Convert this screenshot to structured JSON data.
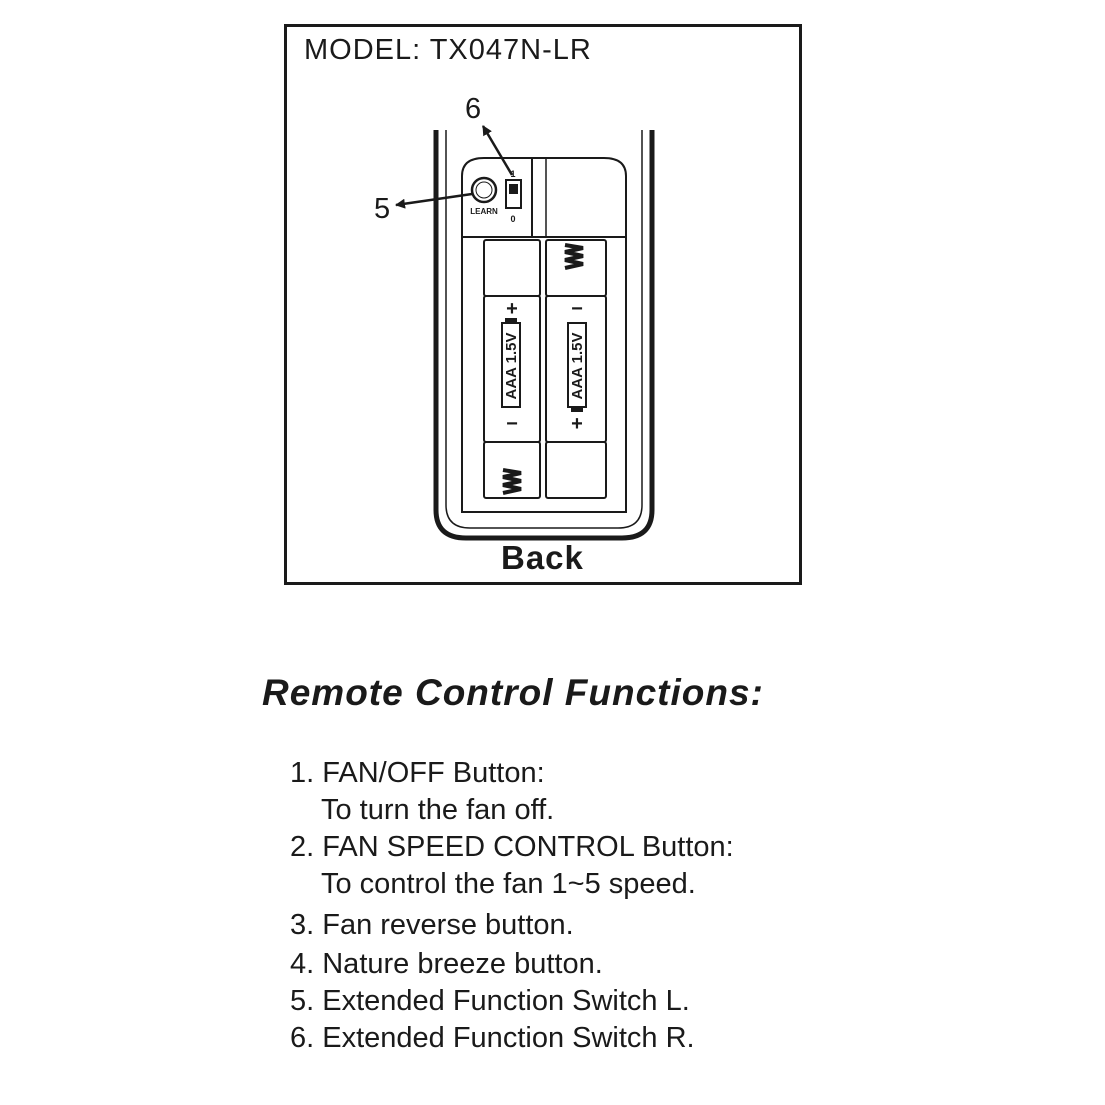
{
  "diagram": {
    "model": "MODEL: TX047N-LR",
    "view_label": "Back",
    "callouts": [
      "5",
      "6"
    ],
    "learn_label": "LEARN",
    "switch_labels": [
      "1",
      "0"
    ],
    "battery_left": {
      "label": "AAA 1.5V",
      "plus": "+",
      "minus": "−"
    },
    "battery_right": {
      "label": "AAA 1.5V",
      "plus": "+",
      "minus": "−"
    }
  },
  "functions": {
    "title": "Remote Control Functions:",
    "items": [
      {
        "line": "1. FAN/OFF  Button:",
        "desc": "To turn the fan off."
      },
      {
        "line": "2. FAN SPEED CONTROL Button:",
        "desc": "To control the fan 1~5 speed."
      },
      {
        "line": "3. Fan reverse button.",
        "desc": ""
      },
      {
        "line": "4. Nature breeze button.",
        "desc": ""
      },
      {
        "line": "5. Extended Function Switch L.",
        "desc": ""
      },
      {
        "line": "6. Extended Function Switch R.",
        "desc": ""
      }
    ]
  },
  "colors": {
    "ink": "#1a1a1a",
    "background": "#ffffff"
  }
}
